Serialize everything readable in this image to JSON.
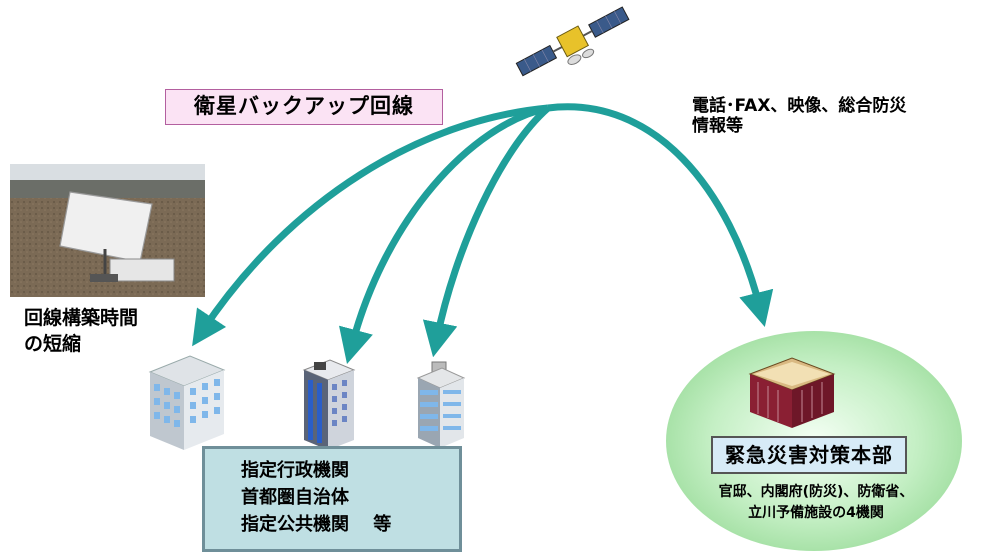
{
  "backup_line_label": "衛星バックアップ回線",
  "info_types": [
    "電話･FAX、映像、総合防災",
    "情報等"
  ],
  "construction_note": [
    "回線構築時間",
    "の短縮"
  ],
  "organizations": [
    "指定行政機関",
    "首都圏自治体",
    "指定公共機関　 等"
  ],
  "hq": {
    "title": "緊急災害対策本部",
    "members": [
      "官邸、内閣府(防災)、防衛省、",
      "立川予備施設の4機関"
    ]
  },
  "colors": {
    "arrow": "#1f9f9a",
    "backup_box_fill": "#fbe3f4",
    "backup_box_border": "#b35f9f",
    "org_box_fill": "#bfdfe3",
    "hq_glow": "#c4efc4"
  },
  "icons": [
    "satellite-icon",
    "satellite-dish-photo",
    "office-building-icon",
    "hq-building-icon"
  ]
}
